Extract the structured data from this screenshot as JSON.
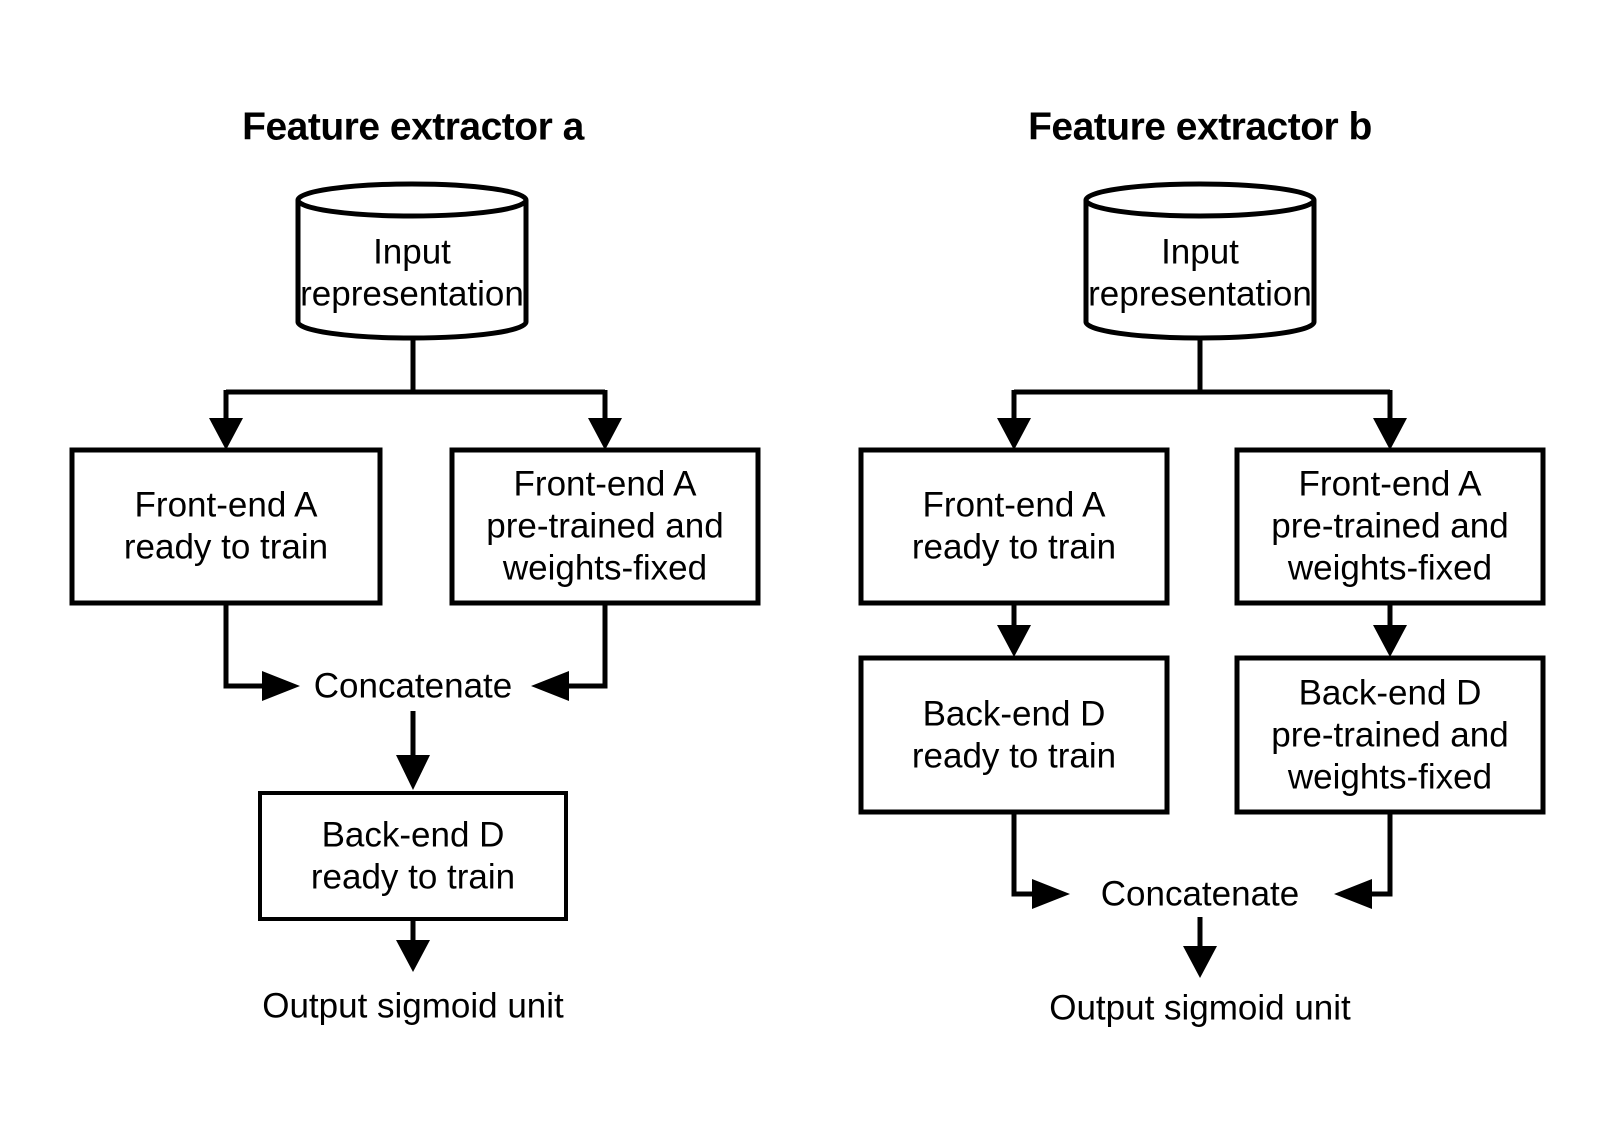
{
  "diagram": {
    "colors": {
      "line": "#000000",
      "box_fill": "#ffffff",
      "text": "#000000",
      "background": "#ffffff"
    },
    "panel_a": {
      "title": "Feature extractor a",
      "input_cylinder": {
        "line1": "Input",
        "line2": "representation"
      },
      "front_end_trainable": {
        "line1": "Front-end A",
        "line2": "ready to train"
      },
      "front_end_pretrained": {
        "line1": "Front-end A",
        "line2": "pre-trained and",
        "line3": "weights-fixed"
      },
      "concatenate_label": "Concatenate",
      "back_end_trainable": {
        "line1": "Back-end D",
        "line2": "ready to train"
      },
      "output_label": "Output sigmoid unit"
    },
    "panel_b": {
      "title": "Feature extractor b",
      "input_cylinder": {
        "line1": "Input",
        "line2": "representation"
      },
      "front_end_trainable": {
        "line1": "Front-end A",
        "line2": "ready to train"
      },
      "front_end_pretrained": {
        "line1": "Front-end A",
        "line2": "pre-trained and",
        "line3": "weights-fixed"
      },
      "back_end_trainable": {
        "line1": "Back-end D",
        "line2": "ready to train"
      },
      "back_end_pretrained": {
        "line1": "Back-end D",
        "line2": "pre-trained and",
        "line3": "weights-fixed"
      },
      "concatenate_label": "Concatenate",
      "output_label": "Output sigmoid unit"
    }
  }
}
